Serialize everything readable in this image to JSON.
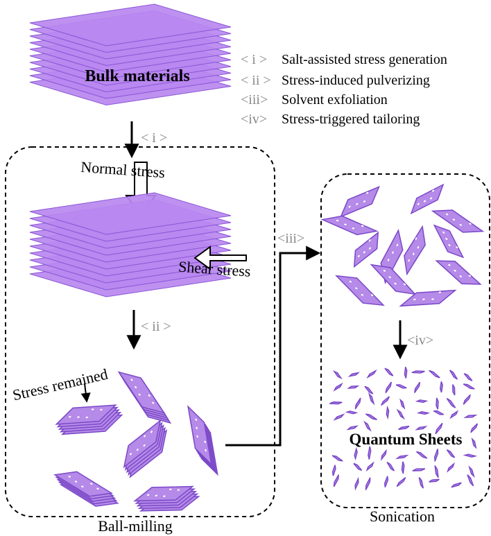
{
  "labels": {
    "bulk": "Bulk materials",
    "normal_stress": "Normal stress",
    "shear_stress": "Shear stress",
    "stress_remained": "Stress remained",
    "ball_milling": "Ball-milling",
    "sonication": "Sonication",
    "quantum_sheets": "Quantum Sheets"
  },
  "legend": [
    {
      "mark": "< i >",
      "text": "Salt-assisted stress generation"
    },
    {
      "mark": "< ii >",
      "text": "Stress-induced pulverizing"
    },
    {
      "mark": "<iii>",
      "text": "Solvent exfoliation"
    },
    {
      "mark": "<iv>",
      "text": "Stress-triggered tailoring"
    }
  ],
  "steps": {
    "i": "< i >",
    "ii": "< ii >",
    "iii": "<iii>",
    "iv": "<iv>"
  },
  "colors": {
    "layer_fill": "#b888f0",
    "layer_stroke": "#8a55d6",
    "shard_fill": "#b58ae8",
    "shard_stroke": "#7a48c8",
    "dot": "#ffffff"
  }
}
